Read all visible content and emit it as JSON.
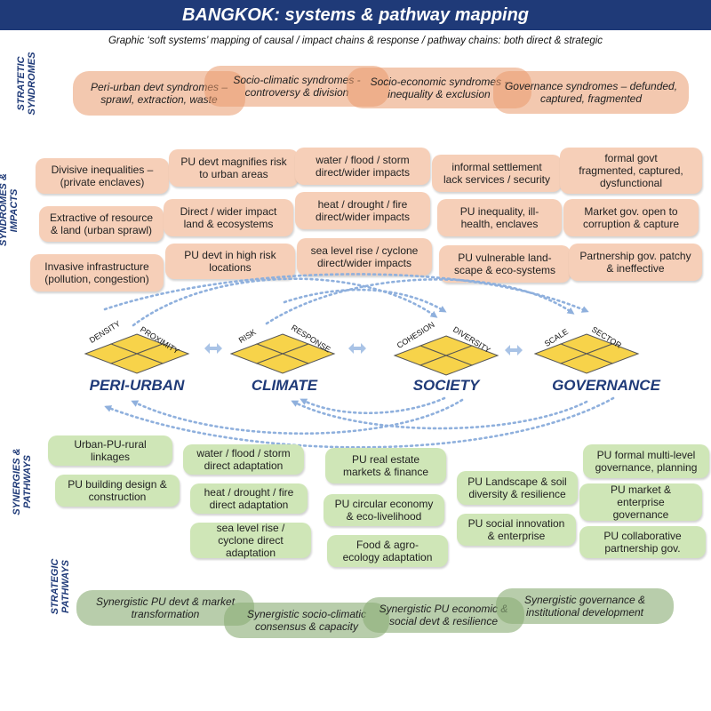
{
  "title": "BANGKOK: systems & pathway mapping",
  "subtitle": "Graphic ‘soft systems’ mapping of causal / impact chains & response / pathway chains:  both direct & strategic",
  "sections": {
    "strategic_syndromes": [
      "STRATETIC",
      "SYNDROMES"
    ],
    "syndromes_impacts": [
      "SYNDROMES &",
      "IMPACTS"
    ],
    "synergies_pathways": [
      "SYNERGIES  &",
      "PATHWAYS"
    ],
    "strategic_pathways": [
      "STRATEGIC",
      "PATHWAYS"
    ]
  },
  "strategic_syndromes": [
    [
      "Peri-urban devt syndromes –",
      "sprawl, extraction, waste"
    ],
    [
      "Socio-climatic syndromes -",
      "controversy & division"
    ],
    [
      "Socio-economic syndromes -",
      "inequality & exclusion"
    ],
    [
      "Governance syndromes – defunded,",
      "captured, fragmented"
    ]
  ],
  "impacts": {
    "peri_urban": [
      [
        "Divisive inequalities –",
        "(private enclaves)"
      ],
      [
        "Extractive of resource",
        "& land (urban sprawl)"
      ],
      [
        "Invasive infrastructure",
        "(pollution, congestion)"
      ]
    ],
    "pu_devt": [
      [
        "PU devt magnifies risk",
        "to urban areas"
      ],
      [
        "Direct / wider impact",
        "land & ecosystems"
      ],
      [
        "PU devt in high risk",
        "locations"
      ]
    ],
    "climate": [
      [
        "water / flood / storm",
        "direct/wider impacts"
      ],
      [
        "heat / drought / fire",
        "direct/wider impacts"
      ],
      [
        "sea level rise / cyclone",
        "direct/wider impacts"
      ]
    ],
    "society": [
      [
        "informal settlement",
        "lack services / security"
      ],
      [
        "PU inequality, ill-",
        "health, enclaves"
      ],
      [
        "PU vulnerable land-",
        "scape & eco-systems"
      ]
    ],
    "governance": [
      [
        "formal govt",
        "fragmented, captured,",
        "dysfunctional"
      ],
      [
        "Market gov. open to",
        "corruption & capture"
      ],
      [
        "Partnership gov. patchy",
        "& ineffective"
      ]
    ]
  },
  "nodes": [
    {
      "label": "PERI-URBAN",
      "tags": [
        "DENSITY",
        "PROXIMITY"
      ]
    },
    {
      "label": "CLIMATE",
      "tags": [
        "RISK",
        "RESPONSE"
      ]
    },
    {
      "label": "SOCIETY",
      "tags": [
        "COHESION",
        "DIVERSITY"
      ]
    },
    {
      "label": "GOVERNANCE",
      "tags": [
        "SCALE",
        "SECTOR"
      ]
    }
  ],
  "synergies": {
    "peri_urban": [
      [
        "Urban-PU-rural",
        "linkages"
      ],
      [
        "PU building design &",
        "construction"
      ]
    ],
    "climate": [
      [
        "water / flood / storm",
        "direct adaptation"
      ],
      [
        "heat / drought / fire",
        "direct adaptation"
      ],
      [
        "sea level rise /",
        "cyclone direct",
        "adaptation"
      ]
    ],
    "economy": [
      [
        "PU real estate",
        "markets & finance"
      ],
      [
        "PU circular economy",
        "& eco-livelihood"
      ],
      [
        "Food &  agro-",
        "ecology adaptation"
      ]
    ],
    "society": [
      [
        "PU Landscape & soil",
        "diversity & resilience"
      ],
      [
        "PU social innovation",
        "& enterprise"
      ]
    ],
    "governance": [
      [
        "PU formal multi-level",
        "governance, planning"
      ],
      [
        "PU market &",
        "enterprise",
        "governance"
      ],
      [
        "PU collaborative",
        "partnership gov."
      ]
    ]
  },
  "strategic_pathways": [
    [
      "Synergistic PU devt & market",
      "transformation"
    ],
    [
      "Synergistic socio-climatic",
      "consensus & capacity"
    ],
    [
      "Synergistic PU economic &",
      "social devt & resilience"
    ],
    [
      "Synergistic governance &",
      "institutional development"
    ]
  ],
  "colors": {
    "title_bar": "#1f3a78",
    "label_blue": "#1f3a78",
    "orange_box": "#f6cfb8",
    "green_box": "#cfe6b7",
    "diamond_fill": "#f7d34a",
    "arrow": "#8fb0dd"
  }
}
